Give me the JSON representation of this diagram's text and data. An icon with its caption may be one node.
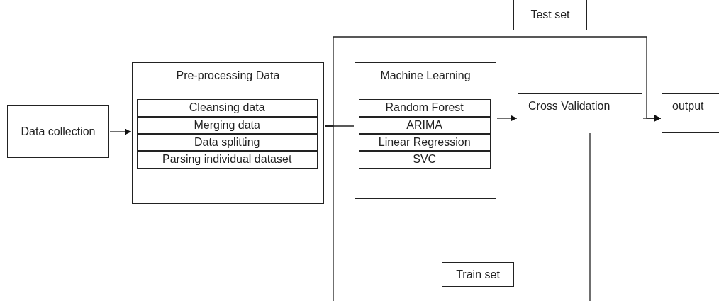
{
  "diagram": {
    "nodes": [
      {
        "text": [
          "Data collection"
        ]
      },
      {
        "text": [
          "Pre-processing Data"
        ]
      },
      {
        "text": [
          "Cleansing data"
        ],
        "in": 1
      },
      {
        "text": [
          "Merging data"
        ],
        "in": 1
      },
      {
        "text": [
          "Data splitting"
        ],
        "in": 1
      },
      {
        "text": [
          "Parsing individual dataset"
        ],
        "in": 1
      },
      {
        "text": [
          "Machine Learning"
        ]
      },
      {
        "text": [
          "Random Forest"
        ],
        "in": 6
      },
      {
        "text": [
          "ARIMA"
        ],
        "in": 6
      },
      {
        "text": [
          "Linear Regression"
        ],
        "in": 6
      },
      {
        "text": [
          "SVC"
        ],
        "in": 6
      },
      {
        "text": [
          "Cross Validation"
        ]
      },
      {
        "text": [
          "output"
        ]
      },
      {
        "text": [
          "Test set"
        ]
      },
      {
        "text": [
          "Train set"
        ]
      }
    ],
    "edges": [
      {
        "from": 0,
        "to": 1,
        "arrow": "to"
      },
      {
        "from": 1,
        "to": 6,
        "arrow": "none"
      },
      {
        "from": 6,
        "to": 11,
        "arrow": "to"
      },
      {
        "from": 11,
        "to": 12,
        "arrow": "to"
      },
      {
        "from": 1,
        "to": 12,
        "arrow": "to"
      },
      {
        "from": 1,
        "to": 11,
        "arrow": "none"
      }
    ]
  }
}
